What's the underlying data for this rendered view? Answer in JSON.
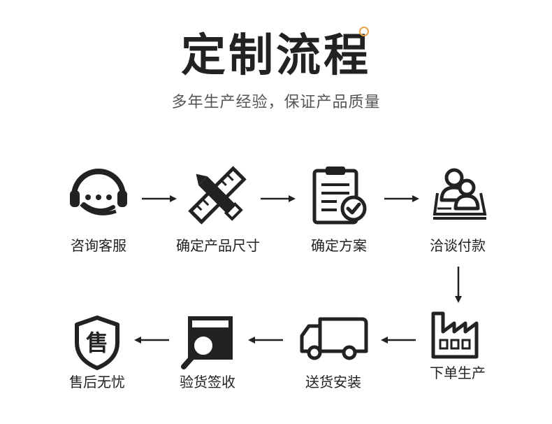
{
  "header": {
    "title": "定制流程",
    "subtitle": "多年生产经验，保证产品质量"
  },
  "steps": [
    {
      "label": "咨询客服",
      "icon": "headset-icon"
    },
    {
      "label": "确定产品尺寸",
      "icon": "ruler-pencil-icon"
    },
    {
      "label": "确定方案",
      "icon": "clipboard-check-icon"
    },
    {
      "label": "洽谈付款",
      "icon": "meeting-users-icon"
    },
    {
      "label": "下单生产",
      "icon": "factory-icon"
    },
    {
      "label": "送货安装",
      "icon": "delivery-truck-icon"
    },
    {
      "label": "验货签收",
      "icon": "box-inspect-icon"
    },
    {
      "label": "售后无忧",
      "icon": "shield-service-icon"
    }
  ],
  "shield_char": "售",
  "colors": {
    "ink": "#222222",
    "accent": "#e8a34a",
    "subtitle": "#555555"
  }
}
